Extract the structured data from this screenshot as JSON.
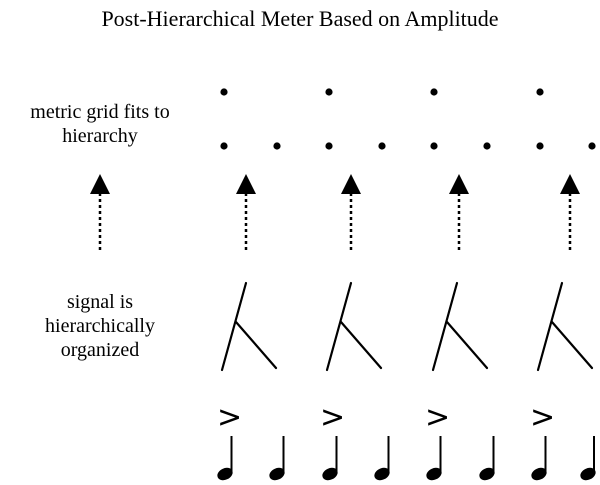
{
  "title": "Post-Hierarchical Meter Based on Amplitude",
  "labels": {
    "grid_line1": "metric grid fits to",
    "grid_line2": "hierarchy",
    "signal_line1": "signal is",
    "signal_line2": "hierarchically",
    "signal_line3": "organized"
  },
  "accent_symbol": ">",
  "measures": 4,
  "notes_per_measure": 2,
  "grid_levels": {
    "upper": "one dot per measure (strong beat)",
    "lower": "one dot per note"
  },
  "colors": {
    "ink": "#000000",
    "background": "#ffffff"
  }
}
